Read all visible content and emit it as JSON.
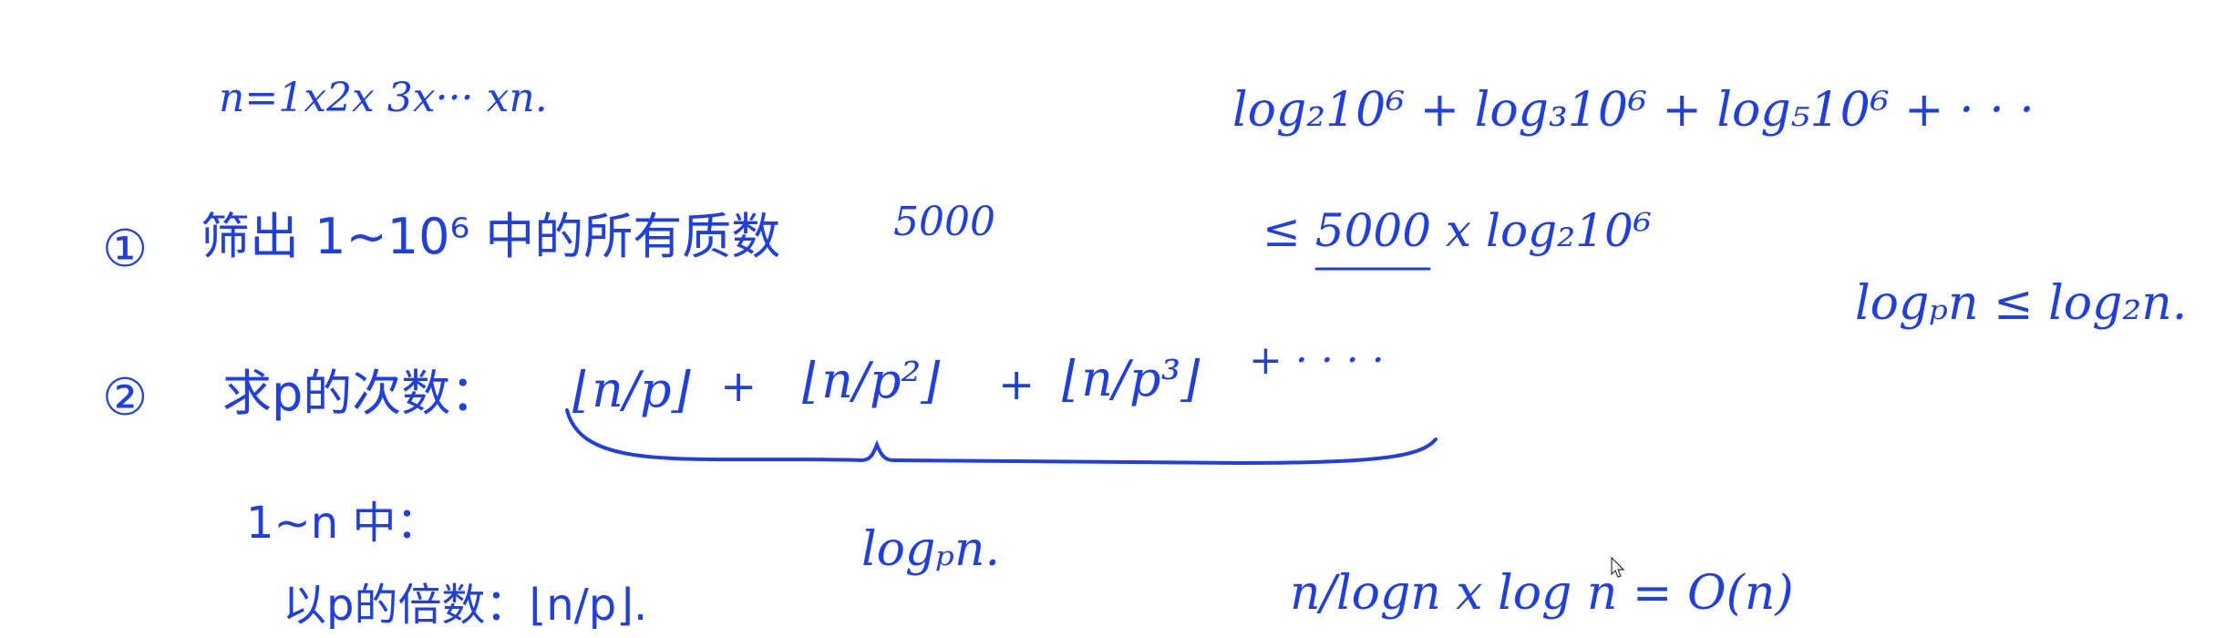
{
  "ink_color": "#1f3fe0",
  "background": "#ffffff",
  "notes": {
    "line_factorial": "n=1x2x 3x··· xn.",
    "step1_label": "①",
    "step1_text": "筛出 1~10⁶ 中的所有质数",
    "step1_count": "5000",
    "step2_label": "②",
    "step2_text": "求p的次数：",
    "floor_n_over_p": "⌊n/p⌋",
    "plus": "+",
    "floor_n_over_p2": "⌊n/p²⌋",
    "floor_n_over_p3": "⌊n/p³⌋",
    "plus_dots": "+ · · · ·",
    "brace_result": "logₚn.",
    "sub_heading": "1~n 中：",
    "sub_line": "以p的倍数：⌊n/p⌋.",
    "log_sum": "log₂10⁶ + log₃10⁶ + log₅10⁶ + · · ·",
    "log_bound": "≤ 5000 x log₂10⁶",
    "log_compare": "logₚn ≤ log₂n.",
    "complexity": "n/logn  x log n = O(n)"
  }
}
